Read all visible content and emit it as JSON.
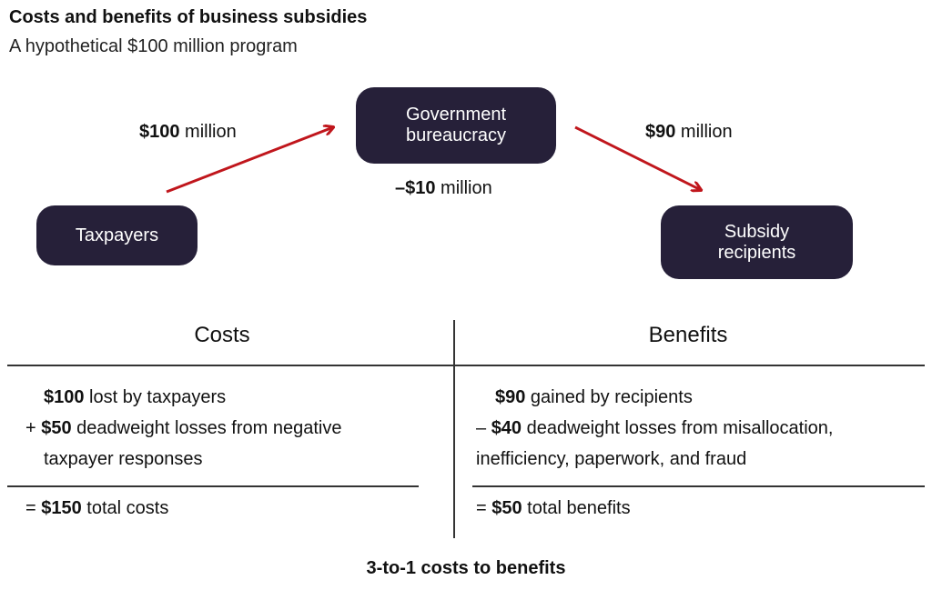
{
  "title": "Costs and benefits of business subsidies",
  "subtitle": "A hypothetical $100 million program",
  "colors": {
    "box": "#262039",
    "arrow": "#c0161c"
  },
  "nodes": {
    "taxpayers": "Taxpayers",
    "government_line1": "Government",
    "government_line2": "bureaucracy",
    "recipients_line1": "Subsidy",
    "recipients_line2": "recipients"
  },
  "flows": {
    "in_amount": "$100",
    "in_unit": " million",
    "out_amount": "$90",
    "out_unit": " million",
    "loss_amount": "–$10",
    "loss_unit": " million"
  },
  "table": {
    "costs": {
      "header": "Costs",
      "line1_amount": "$100",
      "line1_text": " lost by taxpayers",
      "line2_prefix": "+ ",
      "line2_amount": "$50",
      "line2_text": " deadweight losses from negative",
      "line3_text": "taxpayer responses",
      "total_prefix": "= ",
      "total_amount": "$150",
      "total_text": " total costs"
    },
    "benefits": {
      "header": "Benefits",
      "line1_amount": "$90",
      "line1_text": " gained by recipients",
      "line2_prefix": "– ",
      "line2_amount": "$40",
      "line2_text": " deadweight losses from misallocation,",
      "line3_text": "inefficiency, paperwork, and fraud",
      "total_prefix": "= ",
      "total_amount": "$50",
      "total_text": " total benefits"
    }
  },
  "footer": "3-to-1 costs to benefits"
}
